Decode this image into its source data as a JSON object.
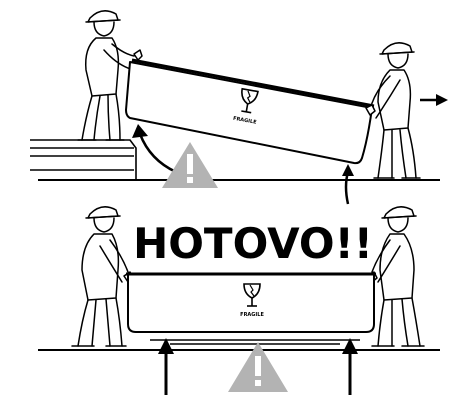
{
  "panels": {
    "top": {
      "step": "incorrect tilted carry",
      "box_label": "FRAGILE",
      "direction_arrow": "right-arrow",
      "warning_icon": "warning-triangle-icon",
      "pivot_arrow": "curved-arrow-icon"
    },
    "bottom": {
      "step": "correct level carry",
      "headline": "HOTOVO!!",
      "box_label": "FRAGILE",
      "warning_icon": "warning-triangle-icon",
      "lift_arrows": [
        "up-arrow-icon",
        "up-arrow-icon"
      ]
    }
  },
  "colors": {
    "ink": "#000000",
    "warning_fill": "#b3b3b3",
    "background": "#ffffff"
  }
}
